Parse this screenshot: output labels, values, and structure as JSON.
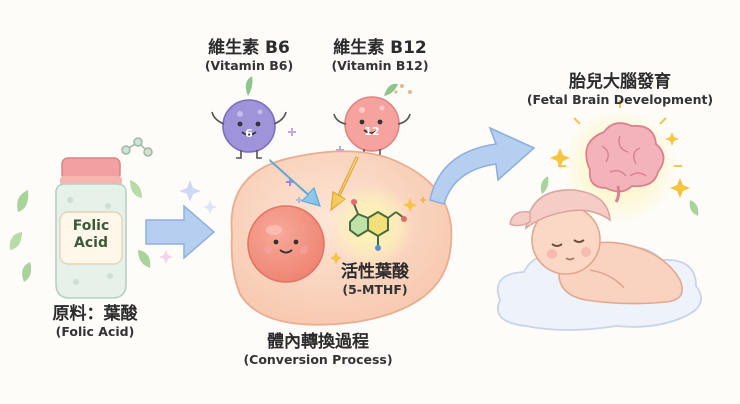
{
  "source": {
    "bottle_label_line1": "Folic",
    "bottle_label_line2": "Acid",
    "title_zh": "原料：葉酸",
    "title_en": "(Folic Acid)"
  },
  "vitamin_b6": {
    "title_zh": "維生素 B6",
    "title_en": "(Vitamin B6)",
    "badge": "6"
  },
  "vitamin_b12": {
    "title_zh": "維生素 B12",
    "title_en": "(Vitamin B12)",
    "badge": "12"
  },
  "conversion": {
    "title_zh": "體內轉換過程",
    "title_en": "(Conversion Process)"
  },
  "active_form": {
    "title_zh": "活性葉酸",
    "title_en": "(5-MTHF)"
  },
  "result": {
    "title_zh": "胎兒大腦發育",
    "title_en": "(Fetal Brain Development)"
  },
  "colors": {
    "arrow_blue": "#a9c6ea",
    "cell_peach": "#fbd9c4",
    "b6_purple": "#9b8fd6",
    "b12_pink": "#f49a9a",
    "brain_pink": "#f0a8b3",
    "cloud": "#eef2fa"
  }
}
